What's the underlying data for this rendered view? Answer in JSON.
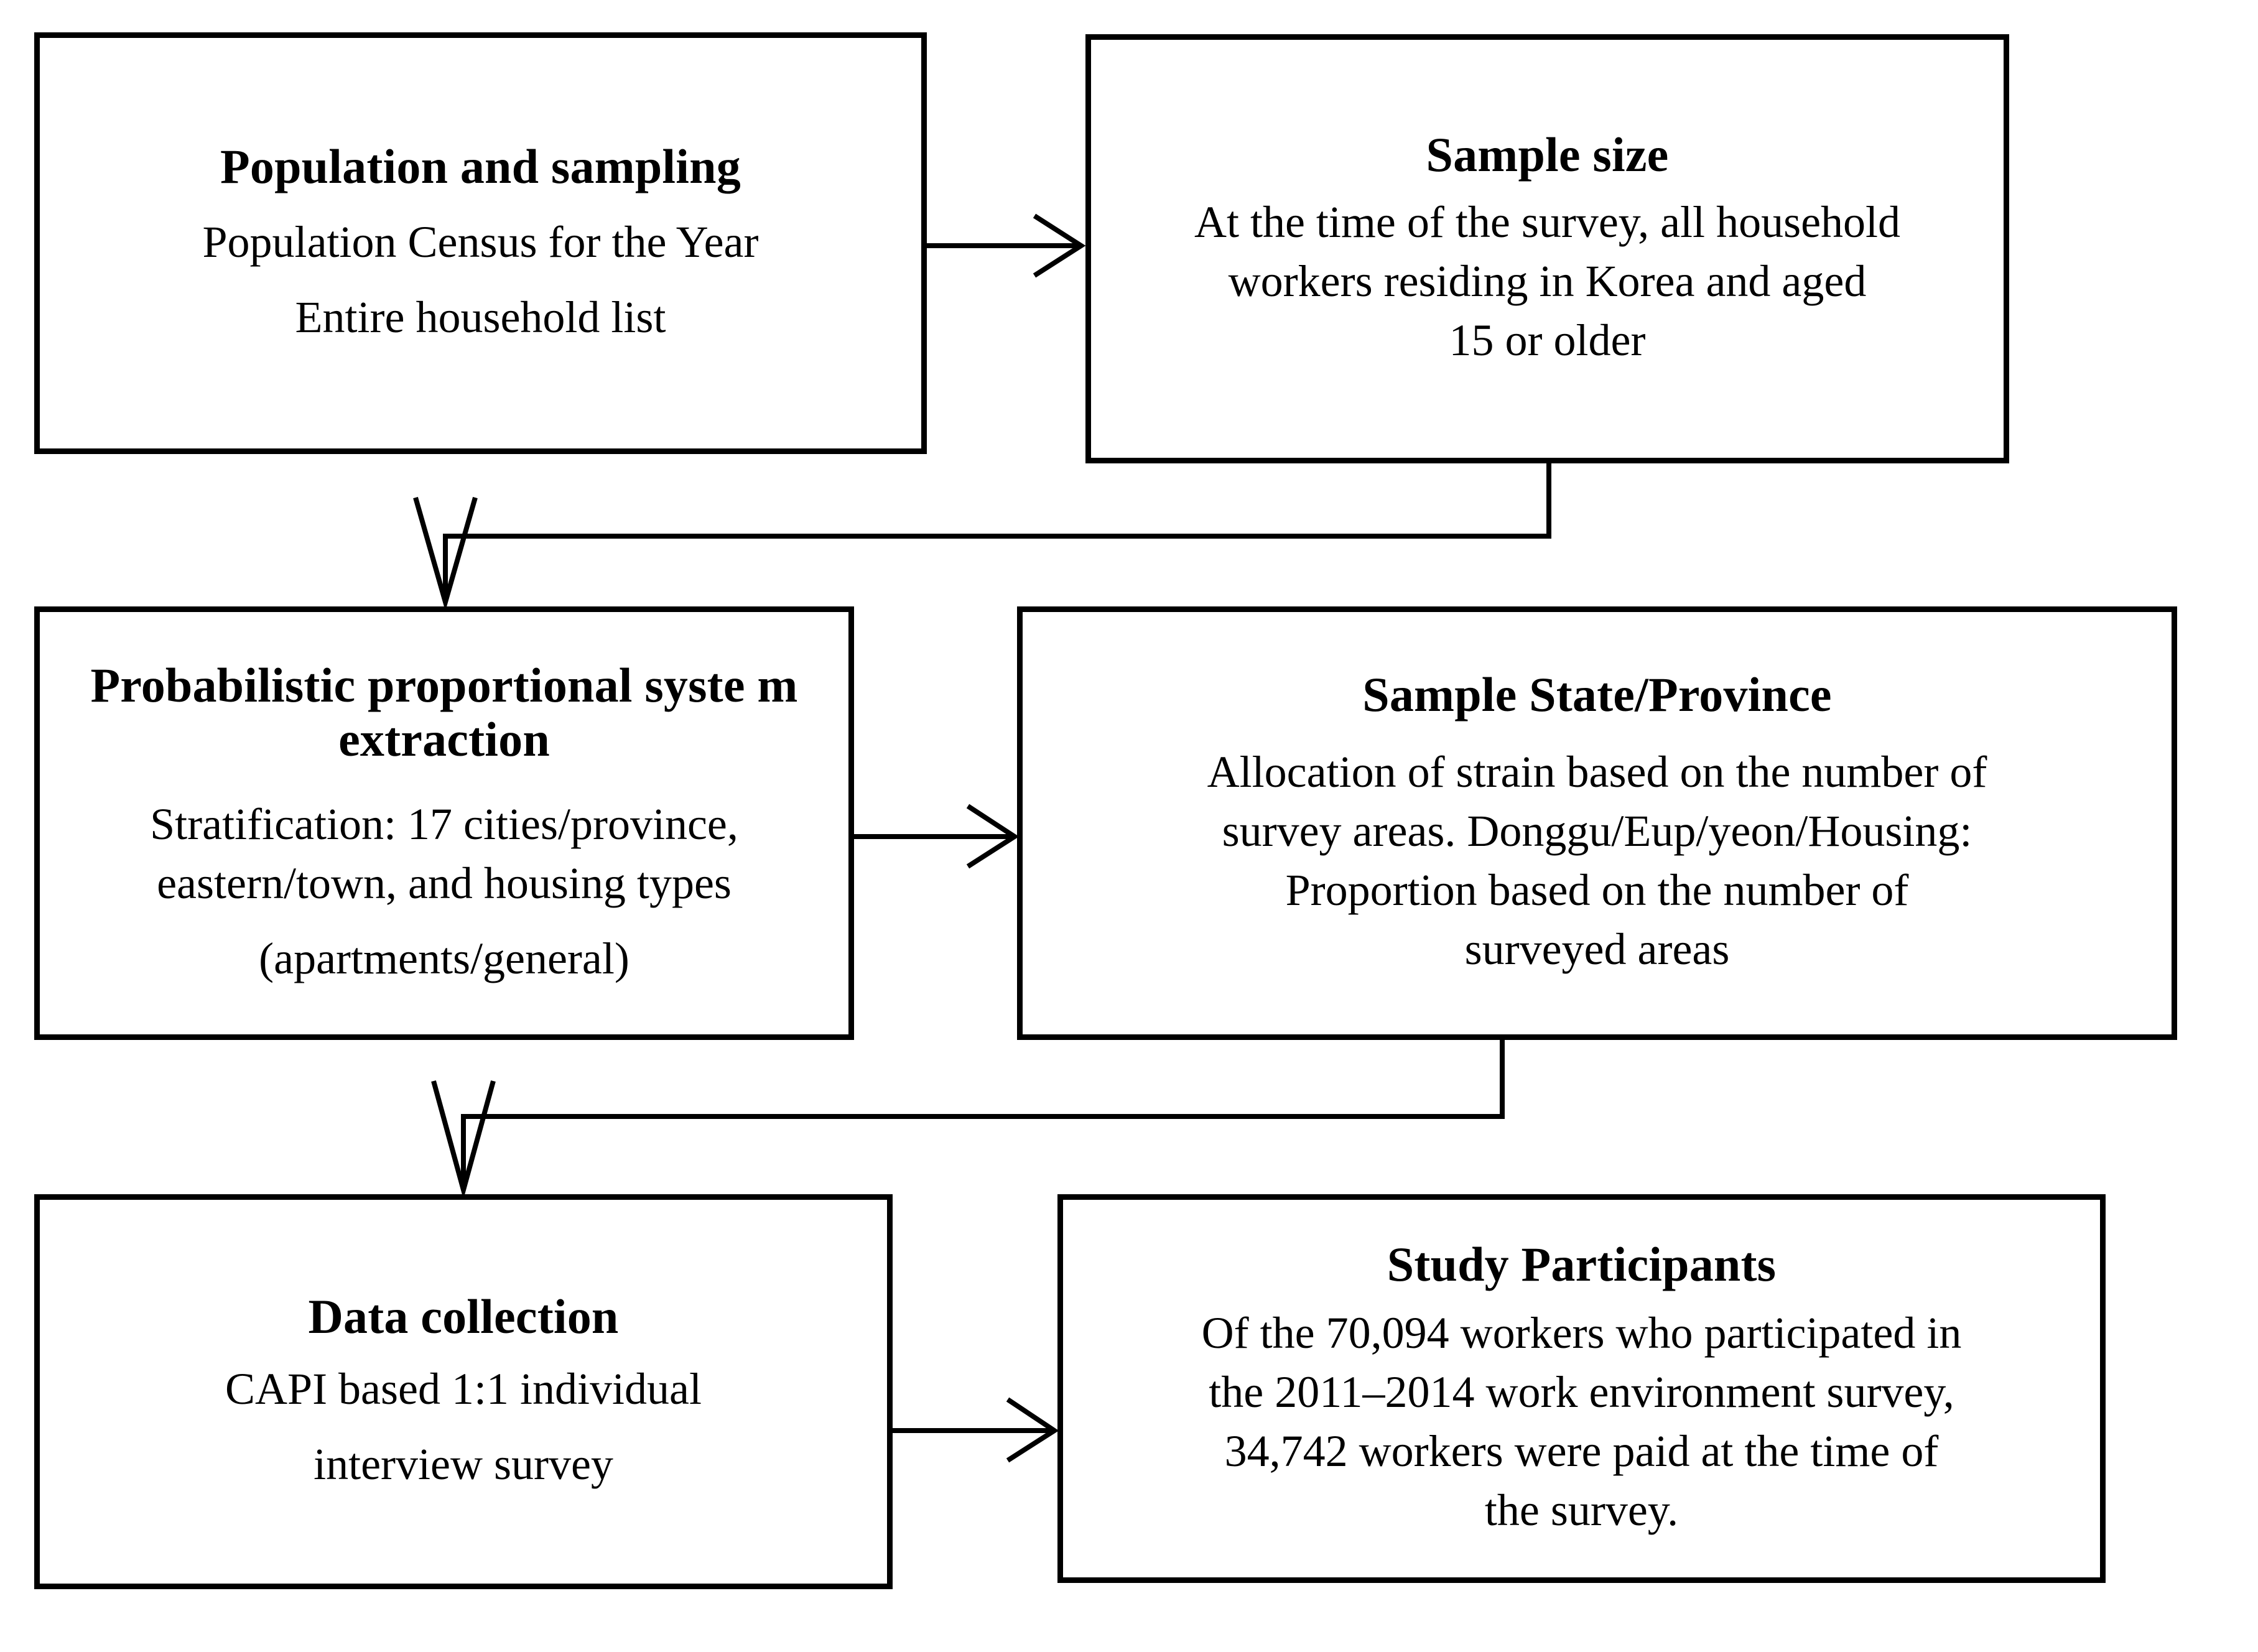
{
  "diagram": {
    "type": "flowchart",
    "title": "Study population sampling and data collection flow",
    "orientation": "left-to-right, top-to-bottom",
    "background_color": "#ffffff",
    "line_color": "#000000",
    "text_color": "#000000"
  },
  "nodes": [
    {
      "id": "population-sampling",
      "title": "Population and sampling",
      "body_lines": [
        "Population Census for the Year",
        "",
        "Entire household list"
      ]
    },
    {
      "id": "sample-size",
      "title": "Sample size",
      "body_lines": [
        "At the time of the survey, all household",
        "workers residing in Korea  and aged",
        "15  or older"
      ]
    },
    {
      "id": "extraction",
      "title": "Probabilistic proportional syste m extraction",
      "body_lines": [
        "Stratification: 17 cities/province,",
        "eastern/town, and housing types",
        "",
        "(apartments/general)"
      ]
    },
    {
      "id": "sample-province",
      "title": "Sample State/Province",
      "body_lines": [
        "Allocation of strain based on the number of",
        "survey areas. Donggu/Eup/yeon/Housing:",
        "Proportion based on the number of",
        "surveyed areas"
      ]
    },
    {
      "id": "data-collection",
      "title": "Data collection",
      "body_lines": [
        "CAPI based 1:1 individual",
        "",
        "interview survey"
      ]
    },
    {
      "id": "study-participants",
      "title": "Study Participants",
      "body_lines": [
        "Of the 70,094 workers who participated in",
        "the 2011–2014 work environment survey,",
        "34,742 workers were paid at the time of",
        "the survey."
      ]
    }
  ],
  "connectors": [
    {
      "id": "arrow-population-to-sample-size",
      "from": "population-sampling",
      "to": "sample-size",
      "shape": "straight-right",
      "arrowhead": "open-v"
    },
    {
      "id": "arrow-sample-size-to-extraction",
      "from": "sample-size",
      "to": "extraction",
      "shape": "elbow-down-left",
      "arrowhead": "open-v"
    },
    {
      "id": "arrow-extraction-to-province",
      "from": "extraction",
      "to": "sample-province",
      "shape": "straight-right",
      "arrowhead": "open-v"
    },
    {
      "id": "arrow-province-to-data-collection",
      "from": "sample-province",
      "to": "data-collection",
      "shape": "elbow-down-left",
      "arrowhead": "open-v"
    },
    {
      "id": "arrow-data-collection-to-study",
      "from": "data-collection",
      "to": "study-participants",
      "shape": "straight-right",
      "arrowhead": "open-v"
    }
  ]
}
